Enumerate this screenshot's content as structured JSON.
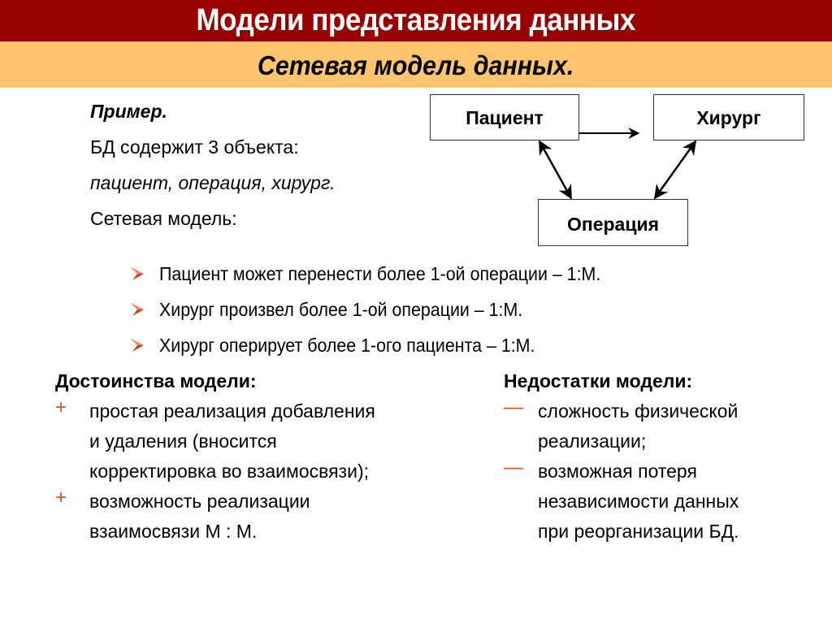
{
  "header": {
    "title": "Модели представления данных",
    "subtitle": "Сетевая модель данных.",
    "title_bg": "#990000",
    "subtitle_bg": "#fcc56e"
  },
  "intro": {
    "example_label": "Пример.",
    "line1": "БД содержит 3 объекта:",
    "line2": "пациент, операция, хирург.",
    "line3": "Сетевая модель:"
  },
  "diagram": {
    "nodes": [
      {
        "id": "patient",
        "label": "Пациент"
      },
      {
        "id": "surgeon",
        "label": "Хирург"
      },
      {
        "id": "operation",
        "label": "Операция"
      }
    ],
    "edges": [
      {
        "from": "patient",
        "to": "surgeon",
        "type": "bidirectional"
      },
      {
        "from": "patient",
        "to": "operation",
        "type": "bidirectional"
      },
      {
        "from": "surgeon",
        "to": "operation",
        "type": "bidirectional"
      }
    ]
  },
  "bullets": [
    "Пациент может перенести более 1-ой операции – 1:М.",
    "Хирург произвел более 1-ой операции – 1:М.",
    "Хирург оперирует более 1-ого пациента – 1:М."
  ],
  "advantages": {
    "heading": "Достоинства модели:",
    "marker": "+",
    "items": [
      {
        "lines": [
          "простая реализация добавления",
          "и удаления (вносится",
          "корректировка во взаимосвязи);"
        ]
      },
      {
        "lines": [
          "возможность реализации",
          "взаимосвязи М : М."
        ]
      }
    ]
  },
  "disadvantages": {
    "heading": "Недостатки модели:",
    "marker": "—",
    "items": [
      {
        "lines": [
          "сложность физической",
          "реализации;"
        ]
      },
      {
        "lines": [
          "возможная потеря",
          "независимости данных",
          "при реорганизации БД."
        ]
      }
    ]
  },
  "accent_color": "#d9541f"
}
